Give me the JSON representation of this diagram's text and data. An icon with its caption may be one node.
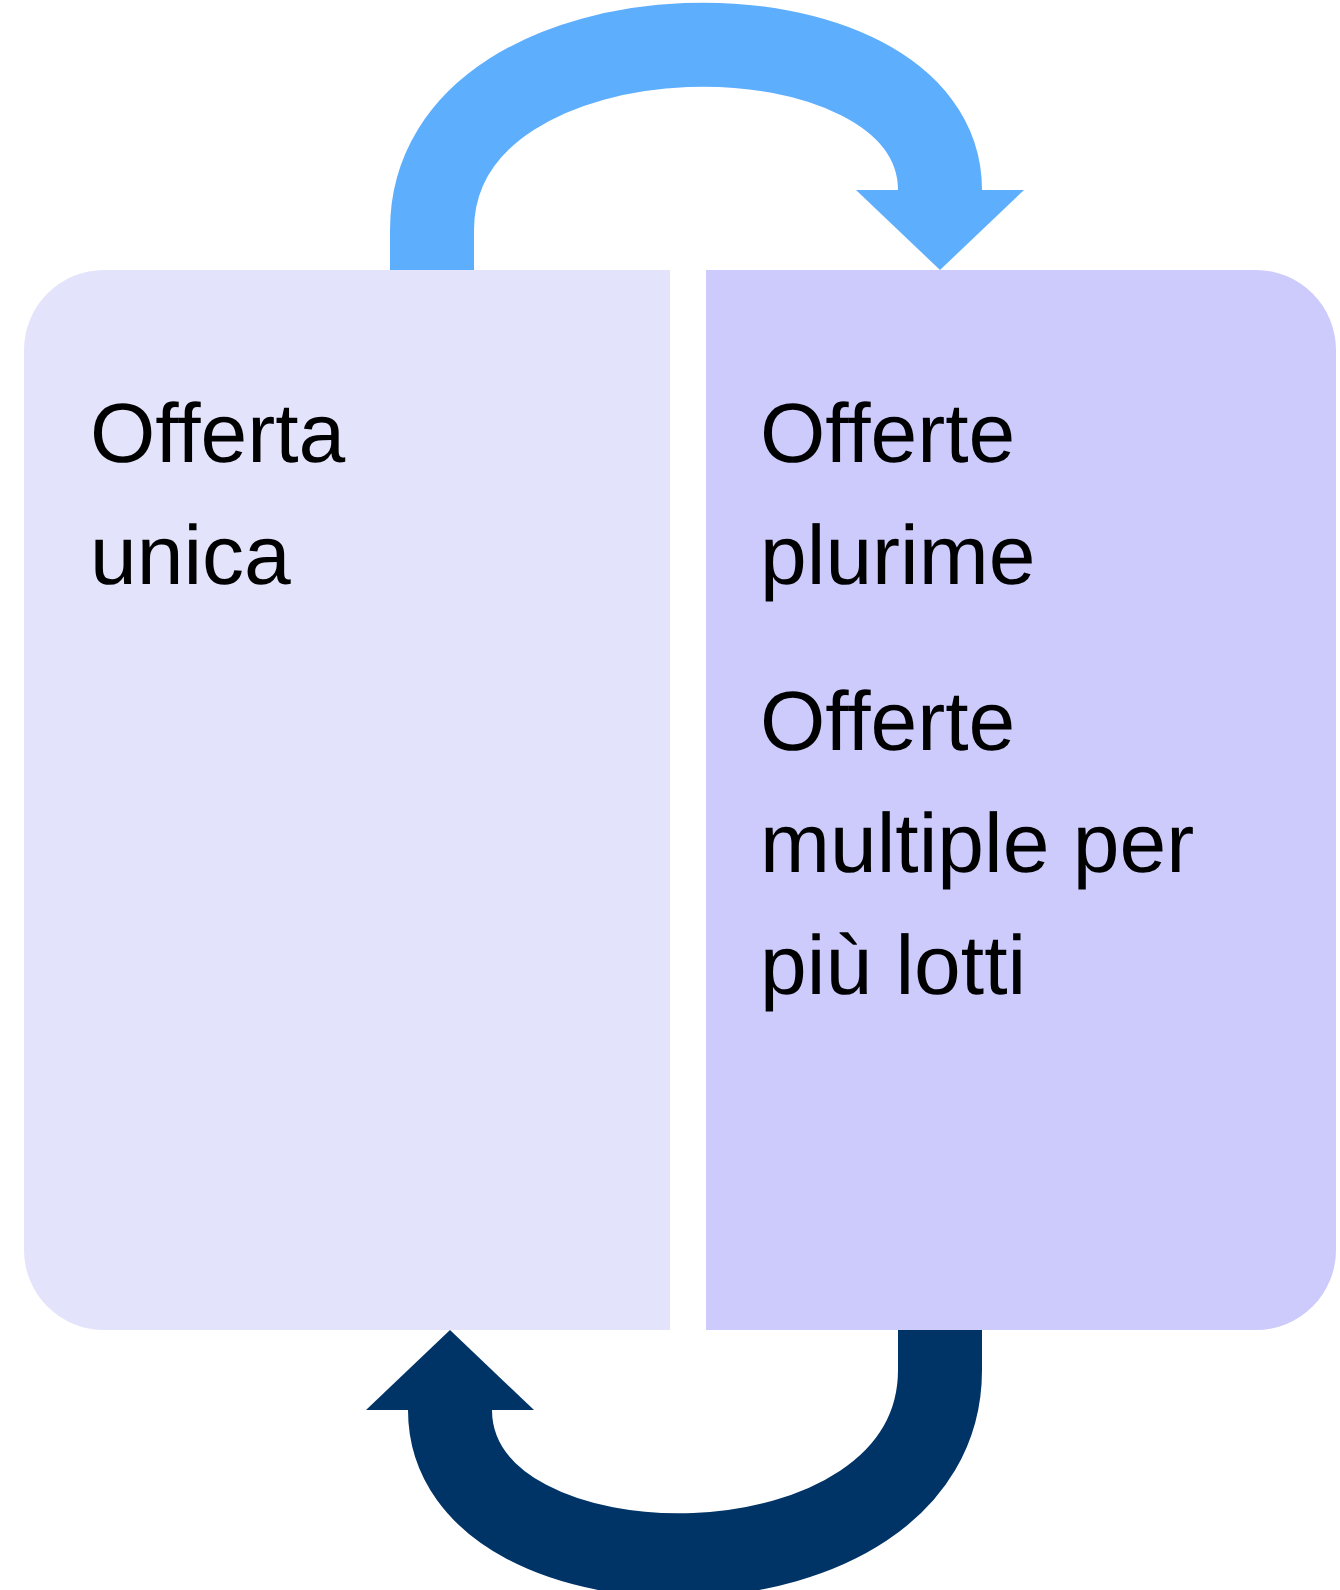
{
  "diagram": {
    "nodes": [
      {
        "text": [
          "Offerta unica"
        ]
      },
      {
        "text": [
          "Offerte plurime",
          "Offerte multiple per più lotti"
        ]
      }
    ],
    "edges": [
      {
        "from": 0,
        "to": 1,
        "arrow": "to",
        "color": "#5eaefe"
      },
      {
        "from": 1,
        "to": 0,
        "arrow": "to",
        "color": "#003366"
      }
    ]
  }
}
